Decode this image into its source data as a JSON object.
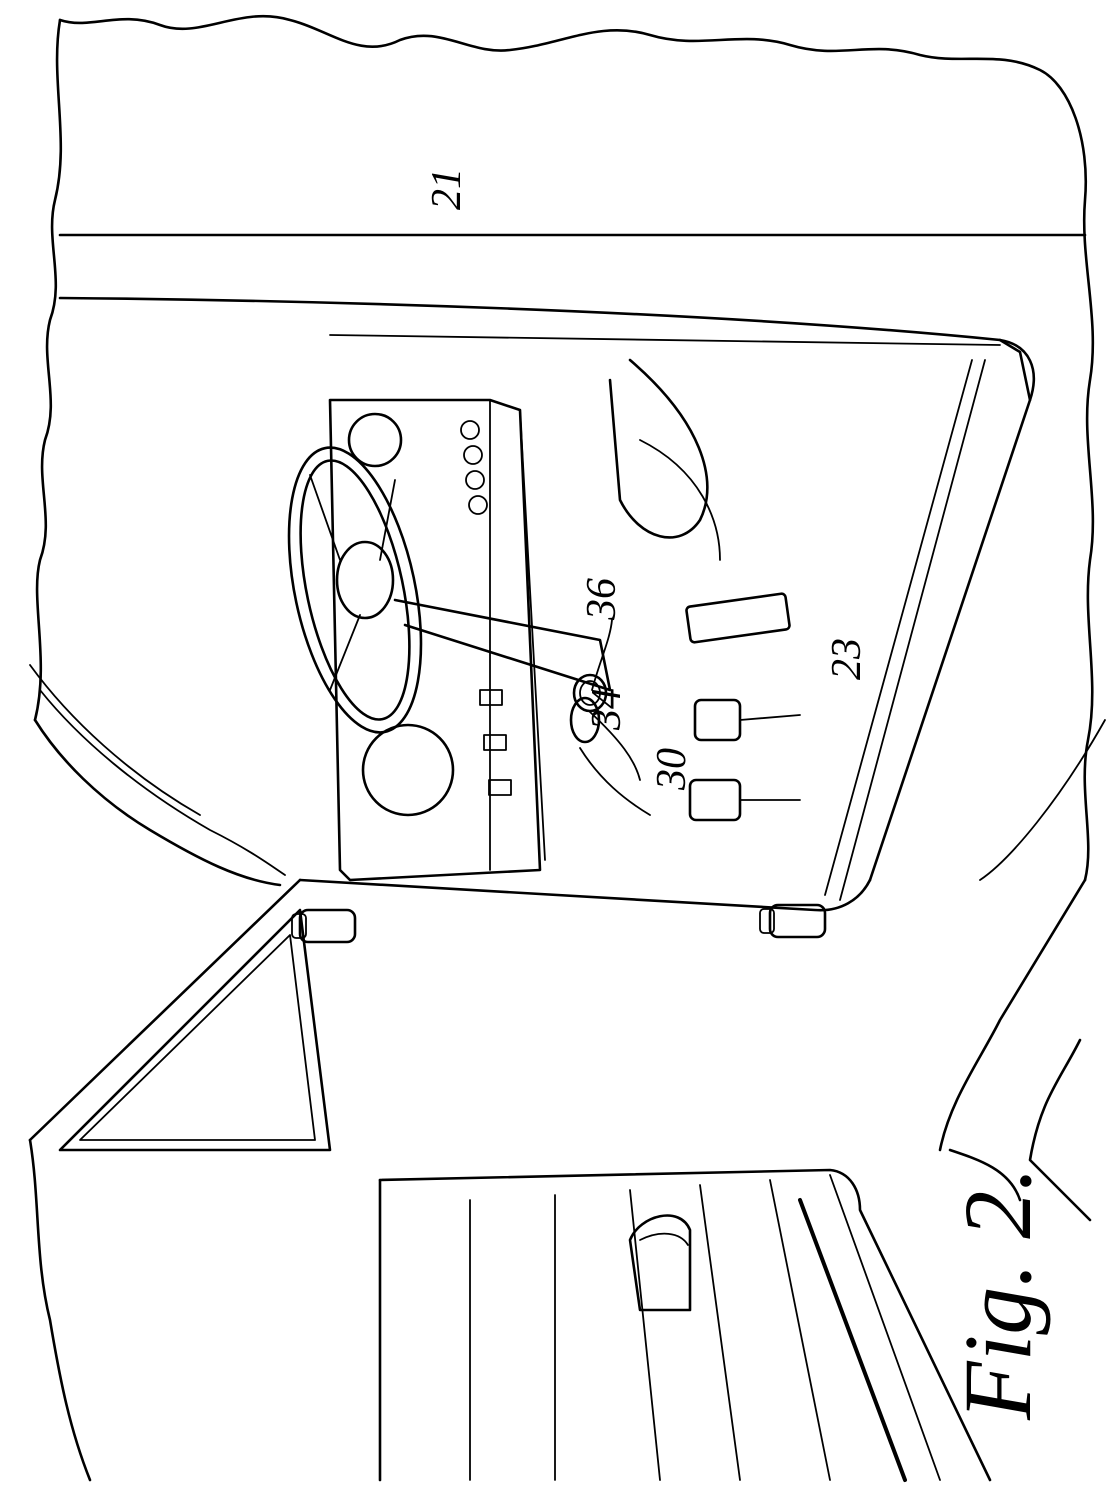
{
  "figure": {
    "caption": "Fig. 2.",
    "reference_numerals": {
      "body_panel": "21",
      "cab_floor": "23",
      "control_knob_top": "36",
      "control_knob_shaft": "34",
      "control_assembly": "30"
    }
  },
  "colors": {
    "line": "#000000",
    "background": "#ffffff"
  }
}
